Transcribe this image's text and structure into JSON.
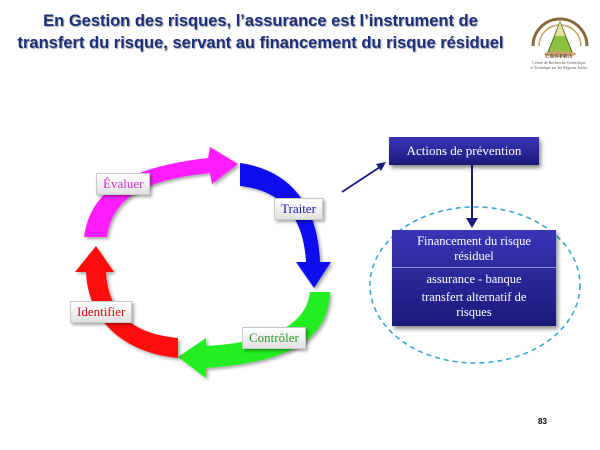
{
  "title": {
    "line1": "En Gestion des risques, l’assurance est l’instrument de",
    "line2": "transfert du risque, servant au financement du risque résiduel"
  },
  "logo": {
    "name": "CRSTRA",
    "caption_line1": "Centre de Recherche Scientifique",
    "caption_line2": "et Technique sur les Régions Arides"
  },
  "cycle": {
    "evaluer": "Évaluer",
    "traiter": "Traiter",
    "controler": "Contrôler",
    "identifier": "Identifier"
  },
  "prevention_box": {
    "label": "Actions de prévention"
  },
  "financing_box": {
    "heading_line1": "Financement du risque",
    "heading_line2": "résiduel",
    "item1": "assurance - banque",
    "item2_line1": "transfert alternatif de",
    "item2_line2": "risques"
  },
  "colors": {
    "evaluer_arrow": "#ff1aff",
    "traiter_arrow": "#1010ee",
    "controler_arrow": "#22ee22",
    "identifier_arrow": "#ff1010",
    "evaluer_text": "#cc33cc",
    "traiter_text": "#1a1aa8",
    "controler_text": "#2a9a2a",
    "identifier_text": "#cc1111",
    "box_dark": "#1a1a7a",
    "dashed_ellipse": "#3aa8d8"
  },
  "page_number": "83"
}
